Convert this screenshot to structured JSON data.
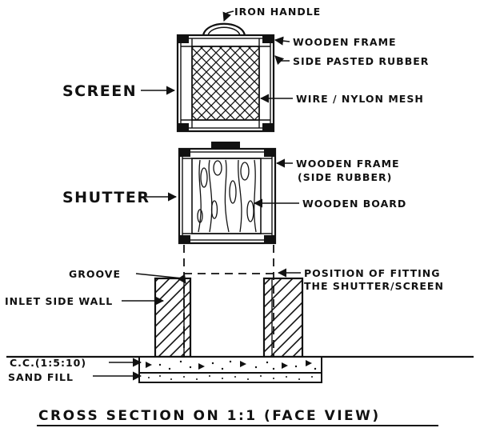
{
  "labels": {
    "iron_handle": "IRON HANDLE",
    "wooden_frame_top": "WOODEN FRAME",
    "side_pasted_rubber": "SIDE PASTED RUBBER",
    "screen": "SCREEN",
    "wire_mesh": "WIRE / NYLON MESH",
    "wooden_frame_2": "WOODEN FRAME",
    "side_rubber": "(SIDE RUBBER)",
    "shutter": "SHUTTER",
    "wooden_board": "WOODEN BOARD",
    "groove": "GROOVE",
    "position_line1": "POSITION OF FITTING",
    "position_line2": "THE SHUTTER/SCREEN",
    "inlet_side_wall": "INLET SIDE WALL",
    "cc_mix": "C.C.(1:5:10)",
    "sand_fill": "SAND FILL",
    "caption": "CROSS SECTION ON 1:1 (FACE VIEW)"
  }
}
